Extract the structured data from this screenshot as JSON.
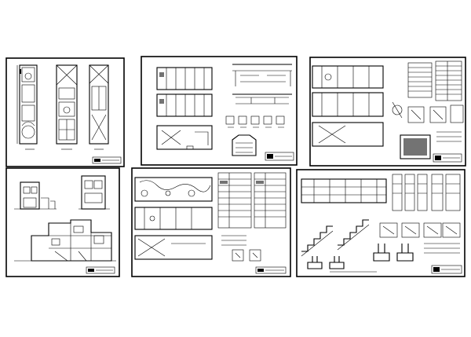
{
  "drawing_set": {
    "sheets": [
      {
        "id": "sheet-1-floor-plans"
      },
      {
        "id": "sheet-2-plans-details"
      },
      {
        "id": "sheet-3-plans-schedules"
      },
      {
        "id": "sheet-4-elevations-sections"
      },
      {
        "id": "sheet-5-site-plan-legends"
      },
      {
        "id": "sheet-6-structural-details"
      }
    ]
  },
  "colors": {
    "background": "#ffffff",
    "ink": "#000000"
  }
}
